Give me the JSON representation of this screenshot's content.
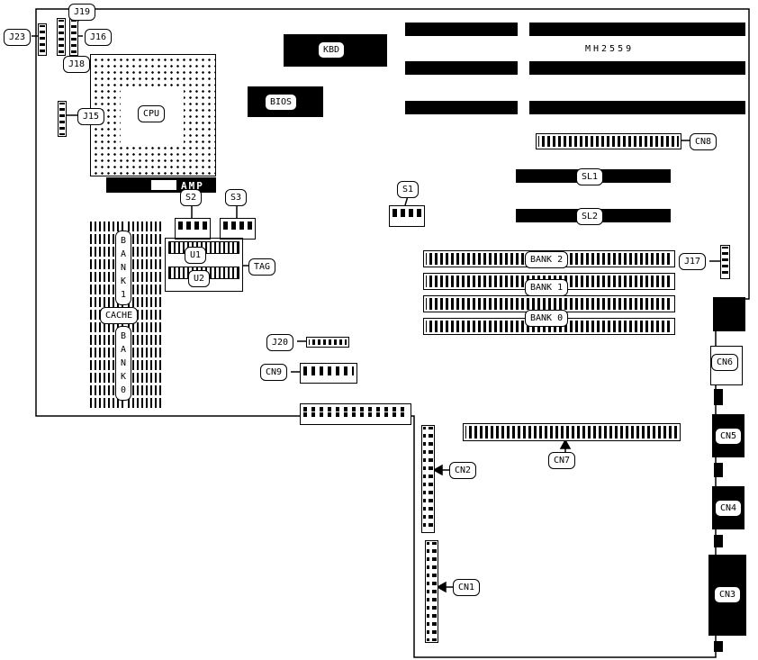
{
  "board": {
    "model": "MH2559"
  },
  "labels": {
    "j19": "J19",
    "j23": "J23",
    "j16": "J16",
    "j18": "J18",
    "j15": "J15",
    "cpu": "CPU",
    "amp": "AMP",
    "kbd": "KBD",
    "bios": "BIOS",
    "s1": "S1",
    "s2": "S2",
    "s3": "S3",
    "cn8": "CN8",
    "sl1": "SL1",
    "sl2": "SL2",
    "simm_bank2": "BANK 2",
    "simm_bank1": "BANK 1",
    "simm_bank0": "BANK 0",
    "j17": "J17",
    "j20": "J20",
    "cn9": "CN9",
    "cn7": "CN7",
    "cn6": "CN6",
    "cn5": "CN5",
    "cn4": "CN4",
    "cn3": "CN3",
    "cn2": "CN2",
    "cn1": "CN1",
    "cache_bank1": "BANK1",
    "cache": "CACHE",
    "cache_bank0": "BANK0",
    "u1": "U1",
    "u2": "U2",
    "tag": "TAG"
  }
}
